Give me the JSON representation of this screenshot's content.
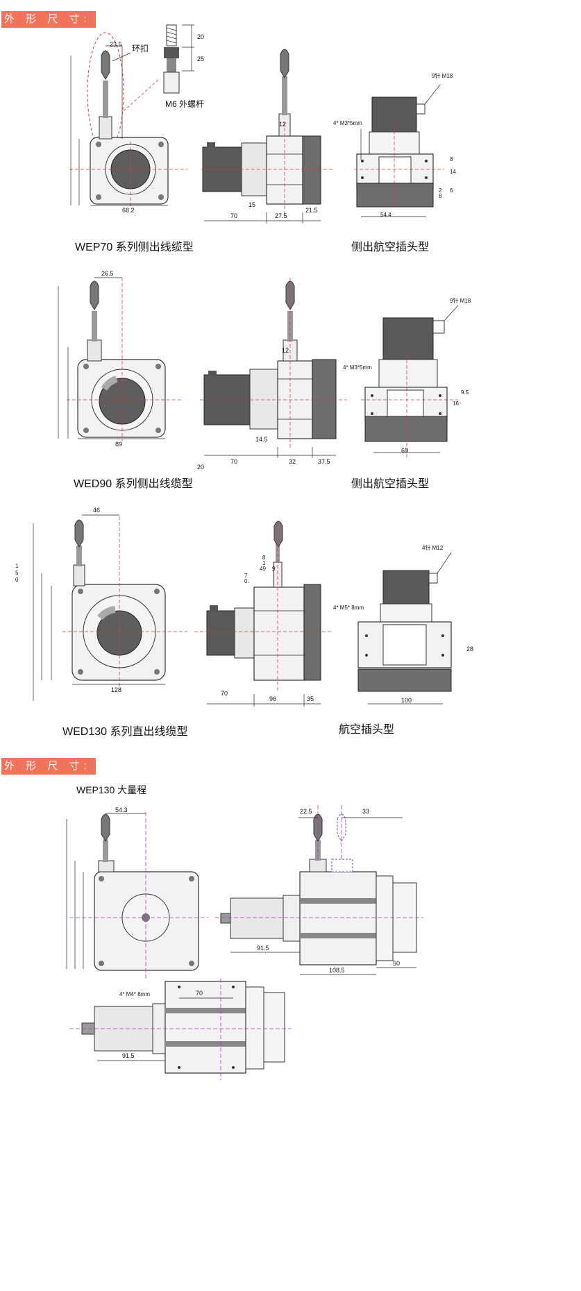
{
  "headers": [
    "外 形 尺 寸:",
    "外 形 尺 寸:"
  ],
  "captions": {
    "wep70": "WEP70 系列侧出线缆型",
    "wep70_plug": "侧出航空插头型",
    "wed90": "WED90 系列侧出线缆型",
    "wed90_plug": "侧出航空插头型",
    "wed130": "WED130 系列直出线缆型",
    "wed130_plug": "航空插头型",
    "wep130": "WEP130  大量程"
  },
  "callouts": {
    "ring_buckle": "环扣",
    "m6_screw": "M6 外螺杆",
    "pin9_m18_a": "9针 M18",
    "pin9_m18_b": "9针 M18",
    "pin4_m12": "4针 M12",
    "holes_m3_a": "4* M3*5mm",
    "holes_m3_b": "4* M3*5mm",
    "holes_m5": "4* M5* 8mm",
    "holes_m4": "4* M4* 8mm"
  },
  "dims": {
    "wep70": {
      "a": "23.5",
      "b": "20",
      "c": "25",
      "d": "68.2",
      "e": "12",
      "f": "15",
      "g": "70",
      "h": "27.5",
      "i": "21.5",
      "j": "8",
      "k": "14",
      "l": "6",
      "m": "8",
      "n": "2",
      "o": "54.4"
    },
    "wed90": {
      "a": "26.5",
      "b": "89",
      "c": "12",
      "d": "14.5",
      "e": "20",
      "f": "70",
      "g": "32",
      "h": "37.5",
      "i": "9.5",
      "j": "16",
      "k": "69"
    },
    "wed130": {
      "a": "46",
      "b": "1",
      "c": "5",
      "d": "0",
      "e": "128",
      "f": "8",
      "g": "1",
      "h": "49",
      "i": "9",
      "j": "7",
      "k": "0.",
      "l": "70",
      "m": "96",
      "n": "35",
      "o": "28",
      "p": "100"
    },
    "wep130": {
      "a": "54.3",
      "b": "22.5",
      "c": "33",
      "d": "91.5",
      "e": "108.5",
      "f": "50",
      "g": "70",
      "h": "91.5"
    }
  },
  "colors": {
    "header_bg": "#f0735a",
    "centerline": "#d43b3b",
    "centerline_alt": "#b03bb0",
    "dark_body": "#5a5a5a"
  }
}
